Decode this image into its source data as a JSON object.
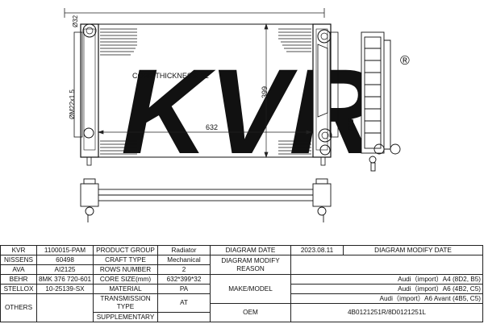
{
  "drawing": {
    "watermark": "KVR",
    "registered_mark": "®",
    "core_thickness_label": "CORE THICKNESS: 32",
    "width_label": "632",
    "height_label": "399",
    "inlet_dia_label": "Ø32",
    "outlet_dia_label": "Ø32",
    "thread_label": "ØM22x1.5"
  },
  "specs": {
    "kvr_label": "KVR",
    "kvr_value": "1100015-PAM",
    "product_group_label": "PRODUCT GROUP",
    "product_group_value": "Radiator",
    "diagram_date_label": "DIAGRAM DATE",
    "diagram_date_value": "2023.08.11",
    "diagram_modify_date_label": "DIAGRAM MODIFY DATE",
    "diagram_modify_date_value": "",
    "nissens_label": "NISSENS",
    "nissens_value": "60498",
    "craft_type_label": "CRAFT TYPE",
    "craft_type_value": "Mechanical",
    "diagram_modify_reason_label": "DIAGRAM MODIFY REASON",
    "ava_label": "AVA",
    "ava_value": "AI2125",
    "rows_number_label": "ROWS NUMBER",
    "rows_number_value": "2",
    "behr_label": "BEHR",
    "behr_value": "8MK 376 720-601",
    "core_size_label": "CORE SIZE(mm)",
    "core_size_value": "632*399*32",
    "make_model_label": "MAKE/MODEL",
    "models": [
      "Audi（import）A4 (8D2, B5)",
      "Audi（import）A6 (4B2, C5)",
      "Audi（import）A6 Avant (4B5, C5)"
    ],
    "stellox_label": "STELLOX",
    "stellox_value": "10-25139-SX",
    "material_label": "MATERIAL",
    "material_value": "PA",
    "others_label": "OTHERS",
    "transmission_type_label": "TRANSMISSION TYPE",
    "transmission_type_value": "AT",
    "oem_label": "OEM",
    "oem_value": "4B0121251R/8D0121251L",
    "supplementary_label": "SUPPLEMENTARY",
    "supplementary_value": ""
  }
}
